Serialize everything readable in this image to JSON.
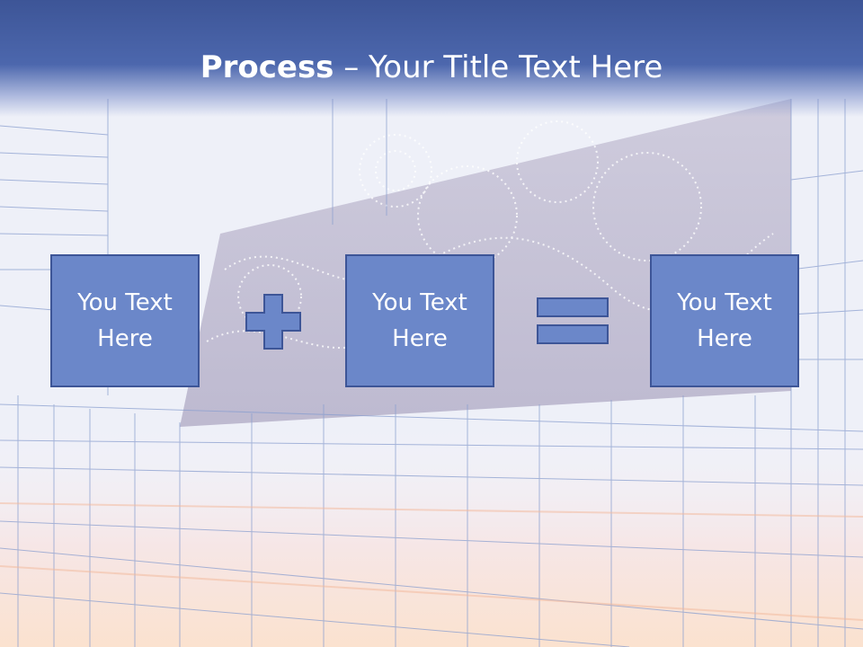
{
  "slide": {
    "title_bold": "Process",
    "title_rest": " – Your Title Text Here",
    "boxes": [
      {
        "label": "You Text Here"
      },
      {
        "label": "You Text Here"
      },
      {
        "label": "You Text Here"
      }
    ],
    "operators": [
      "plus-icon",
      "equals-icon"
    ]
  },
  "colors": {
    "header": "#3d5597",
    "box_fill": "#6b87c9",
    "box_border": "#3d5597",
    "text": "#ffffff"
  }
}
